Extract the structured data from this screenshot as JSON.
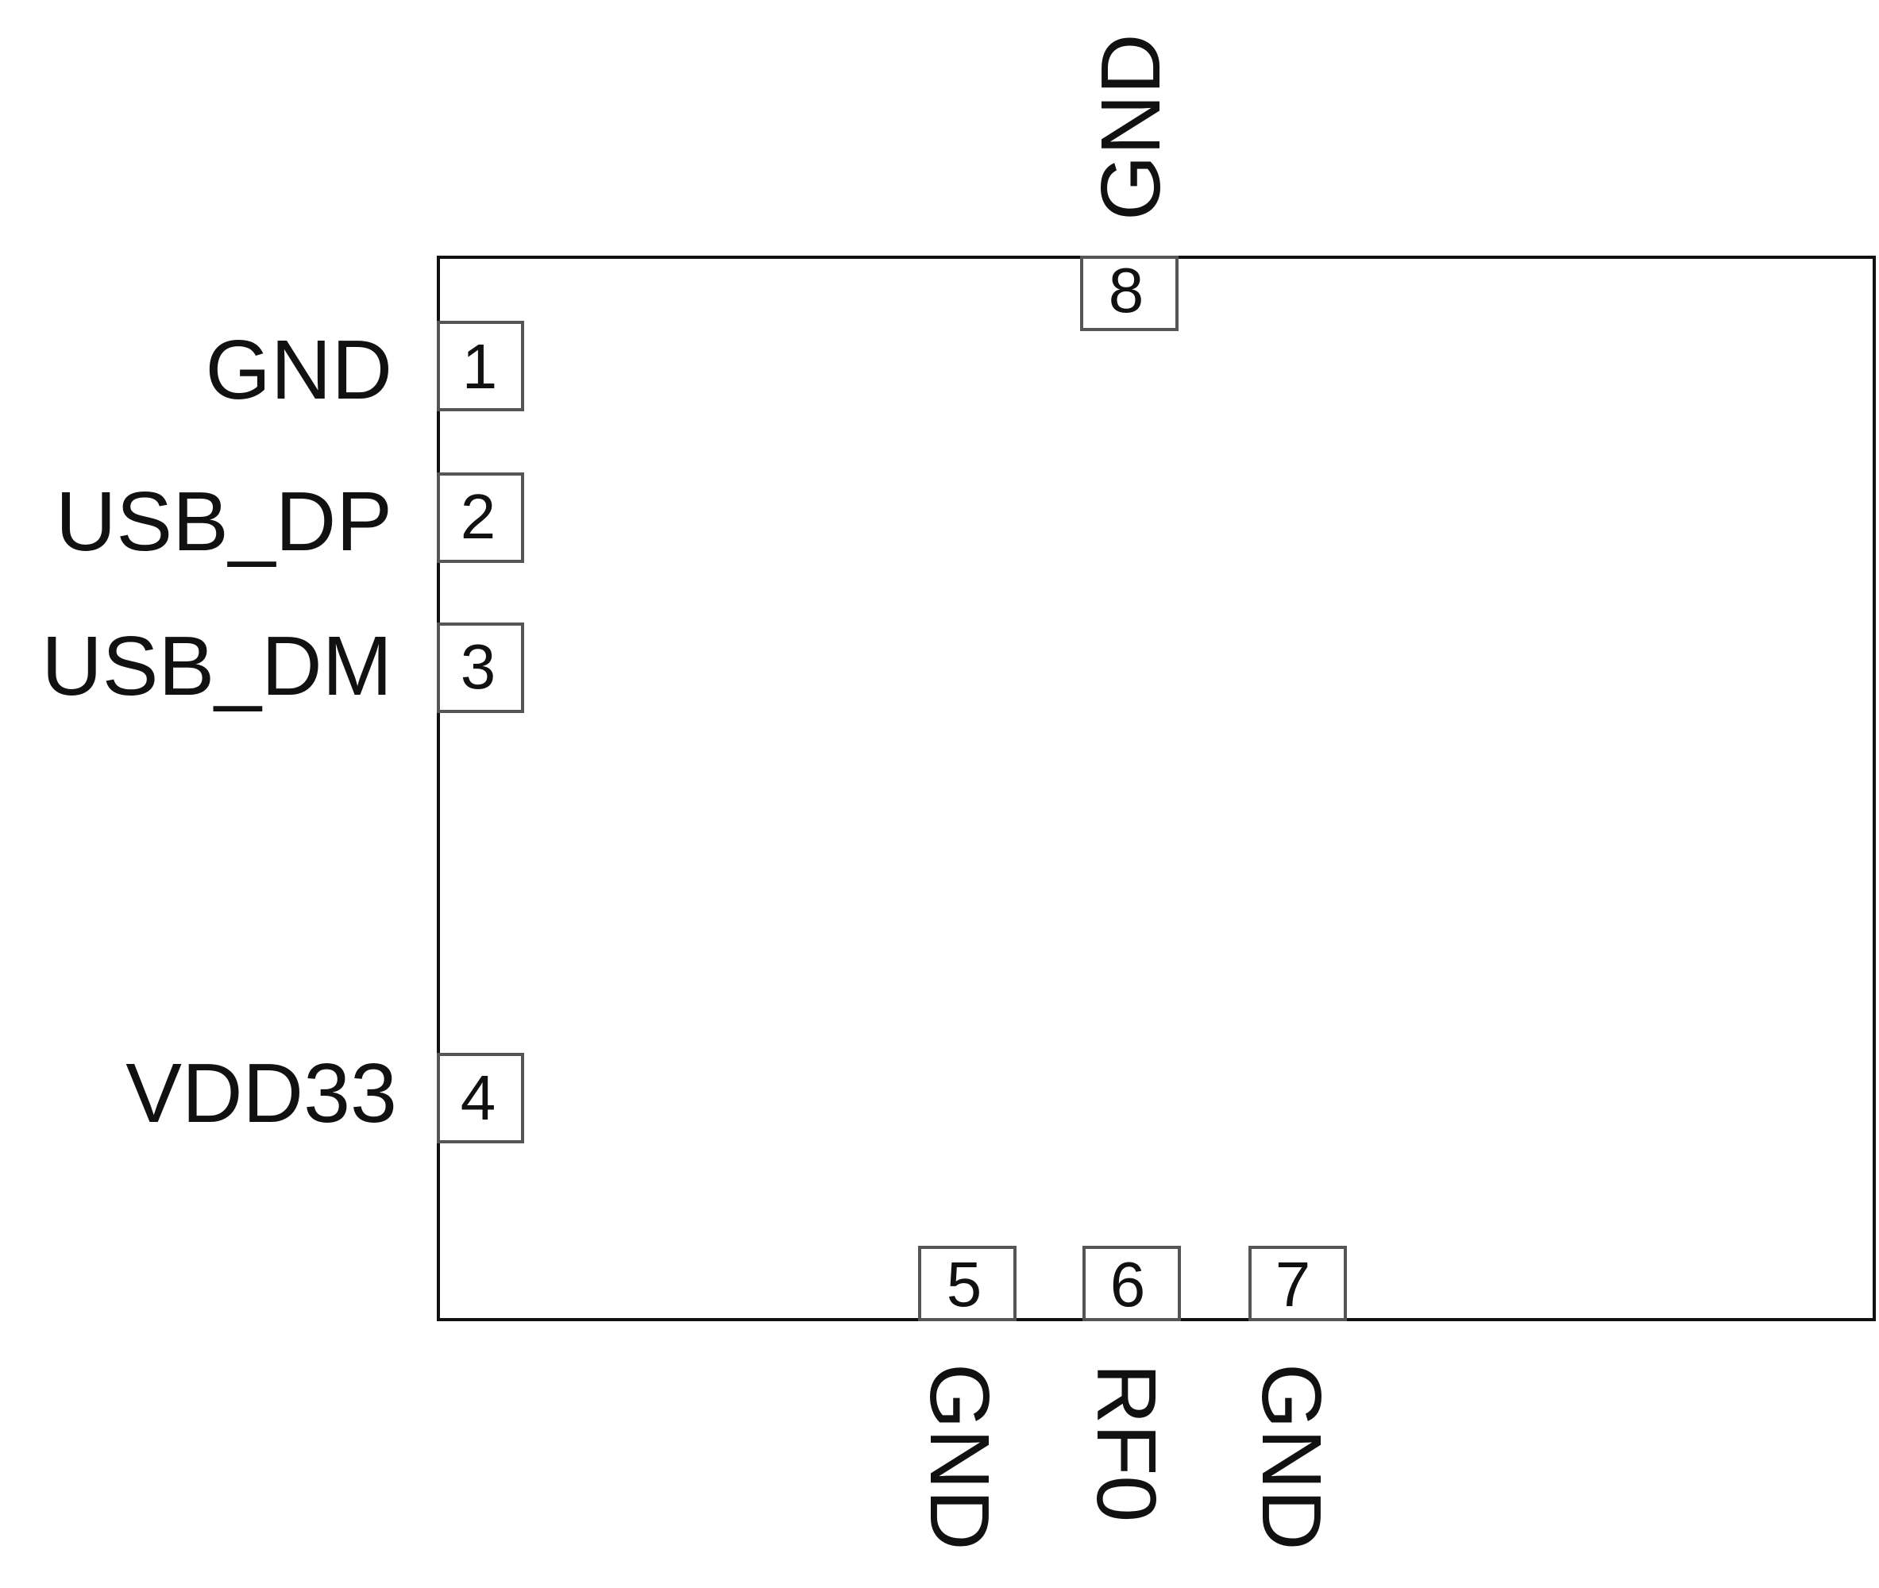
{
  "component": {
    "pins": [
      {
        "number": "1",
        "name": "GND",
        "side": "left"
      },
      {
        "number": "2",
        "name": "USB_DP",
        "side": "left"
      },
      {
        "number": "3",
        "name": "USB_DM",
        "side": "left"
      },
      {
        "number": "4",
        "name": "VDD33",
        "side": "left"
      },
      {
        "number": "5",
        "name": "GND",
        "side": "bottom"
      },
      {
        "number": "6",
        "name": "RF0",
        "side": "bottom"
      },
      {
        "number": "7",
        "name": "GND",
        "side": "bottom"
      },
      {
        "number": "8",
        "name": "GND",
        "side": "top"
      }
    ]
  }
}
